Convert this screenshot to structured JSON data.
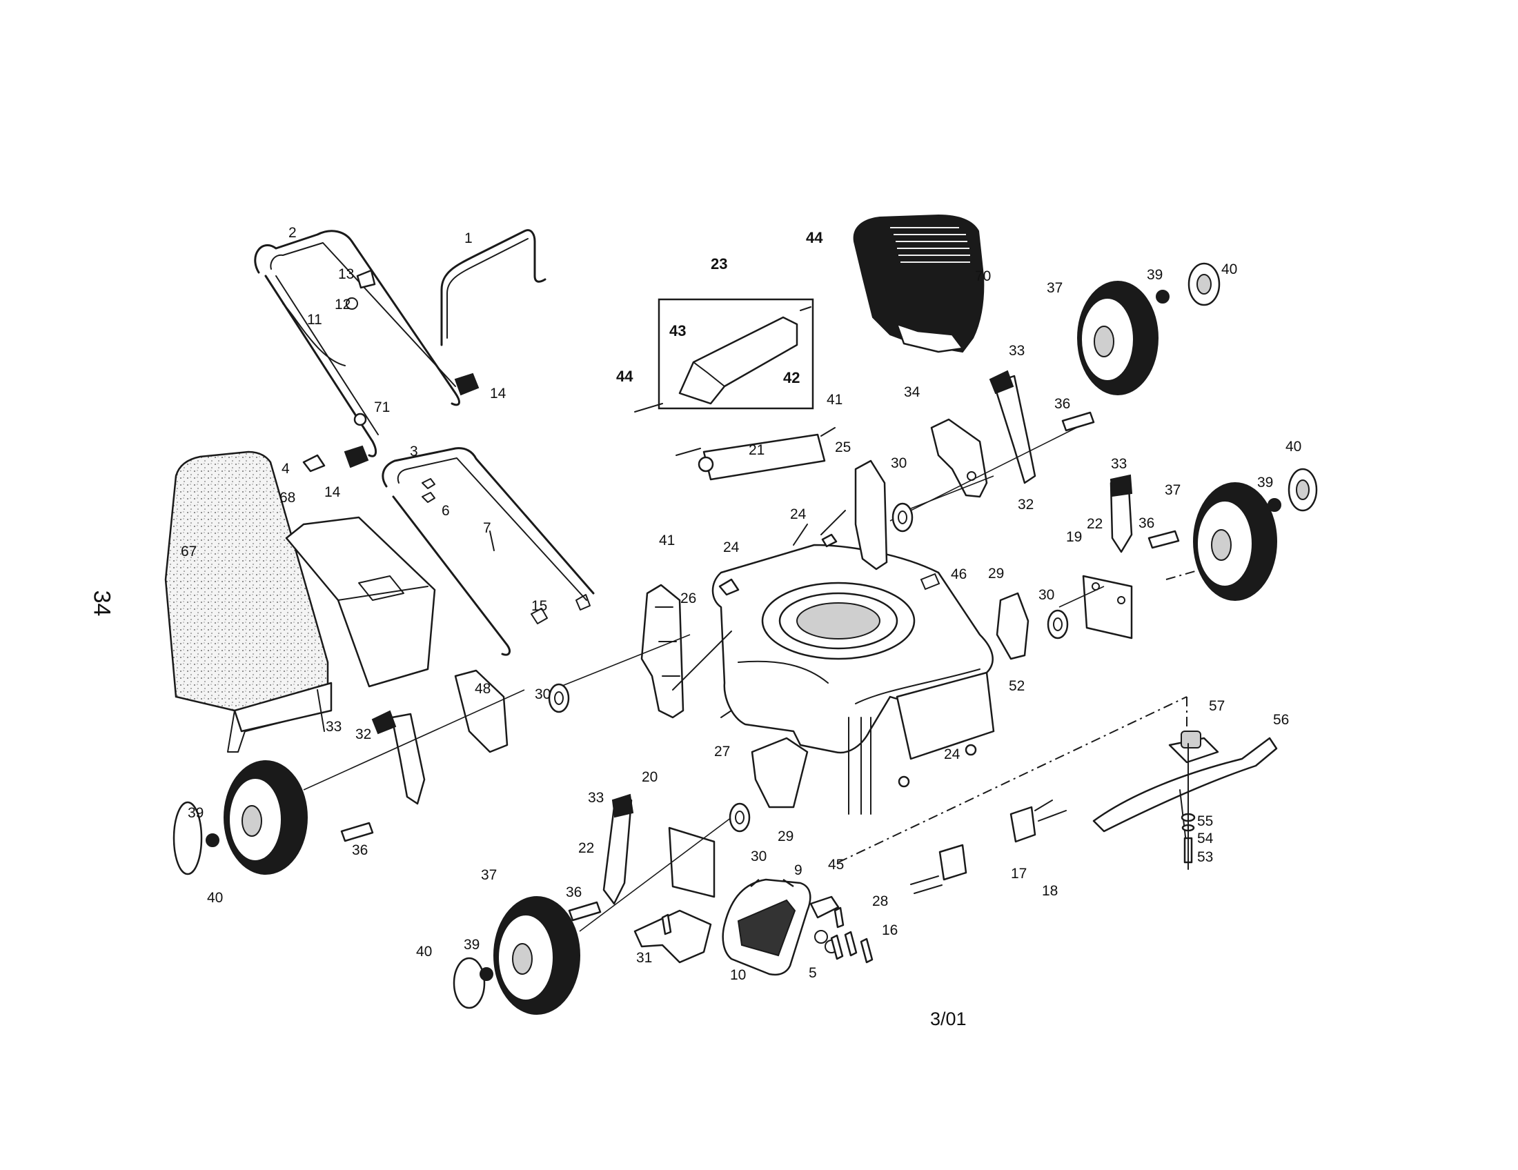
{
  "page": {
    "page_number": "34",
    "revision_date": "3/01"
  },
  "callouts": [
    "1",
    "2",
    "3",
    "4",
    "5",
    "6",
    "7",
    "9",
    "10",
    "11",
    "12",
    "13",
    "14",
    "15",
    "16",
    "17",
    "18",
    "19",
    "20",
    "21",
    "22",
    "23",
    "24",
    "25",
    "26",
    "27",
    "28",
    "29",
    "30",
    "31",
    "32",
    "33",
    "34",
    "36",
    "37",
    "39",
    "40",
    "41",
    "42",
    "43",
    "44",
    "45",
    "46",
    "48",
    "52",
    "53",
    "54",
    "55",
    "56",
    "57",
    "67",
    "68",
    "70",
    "71"
  ]
}
